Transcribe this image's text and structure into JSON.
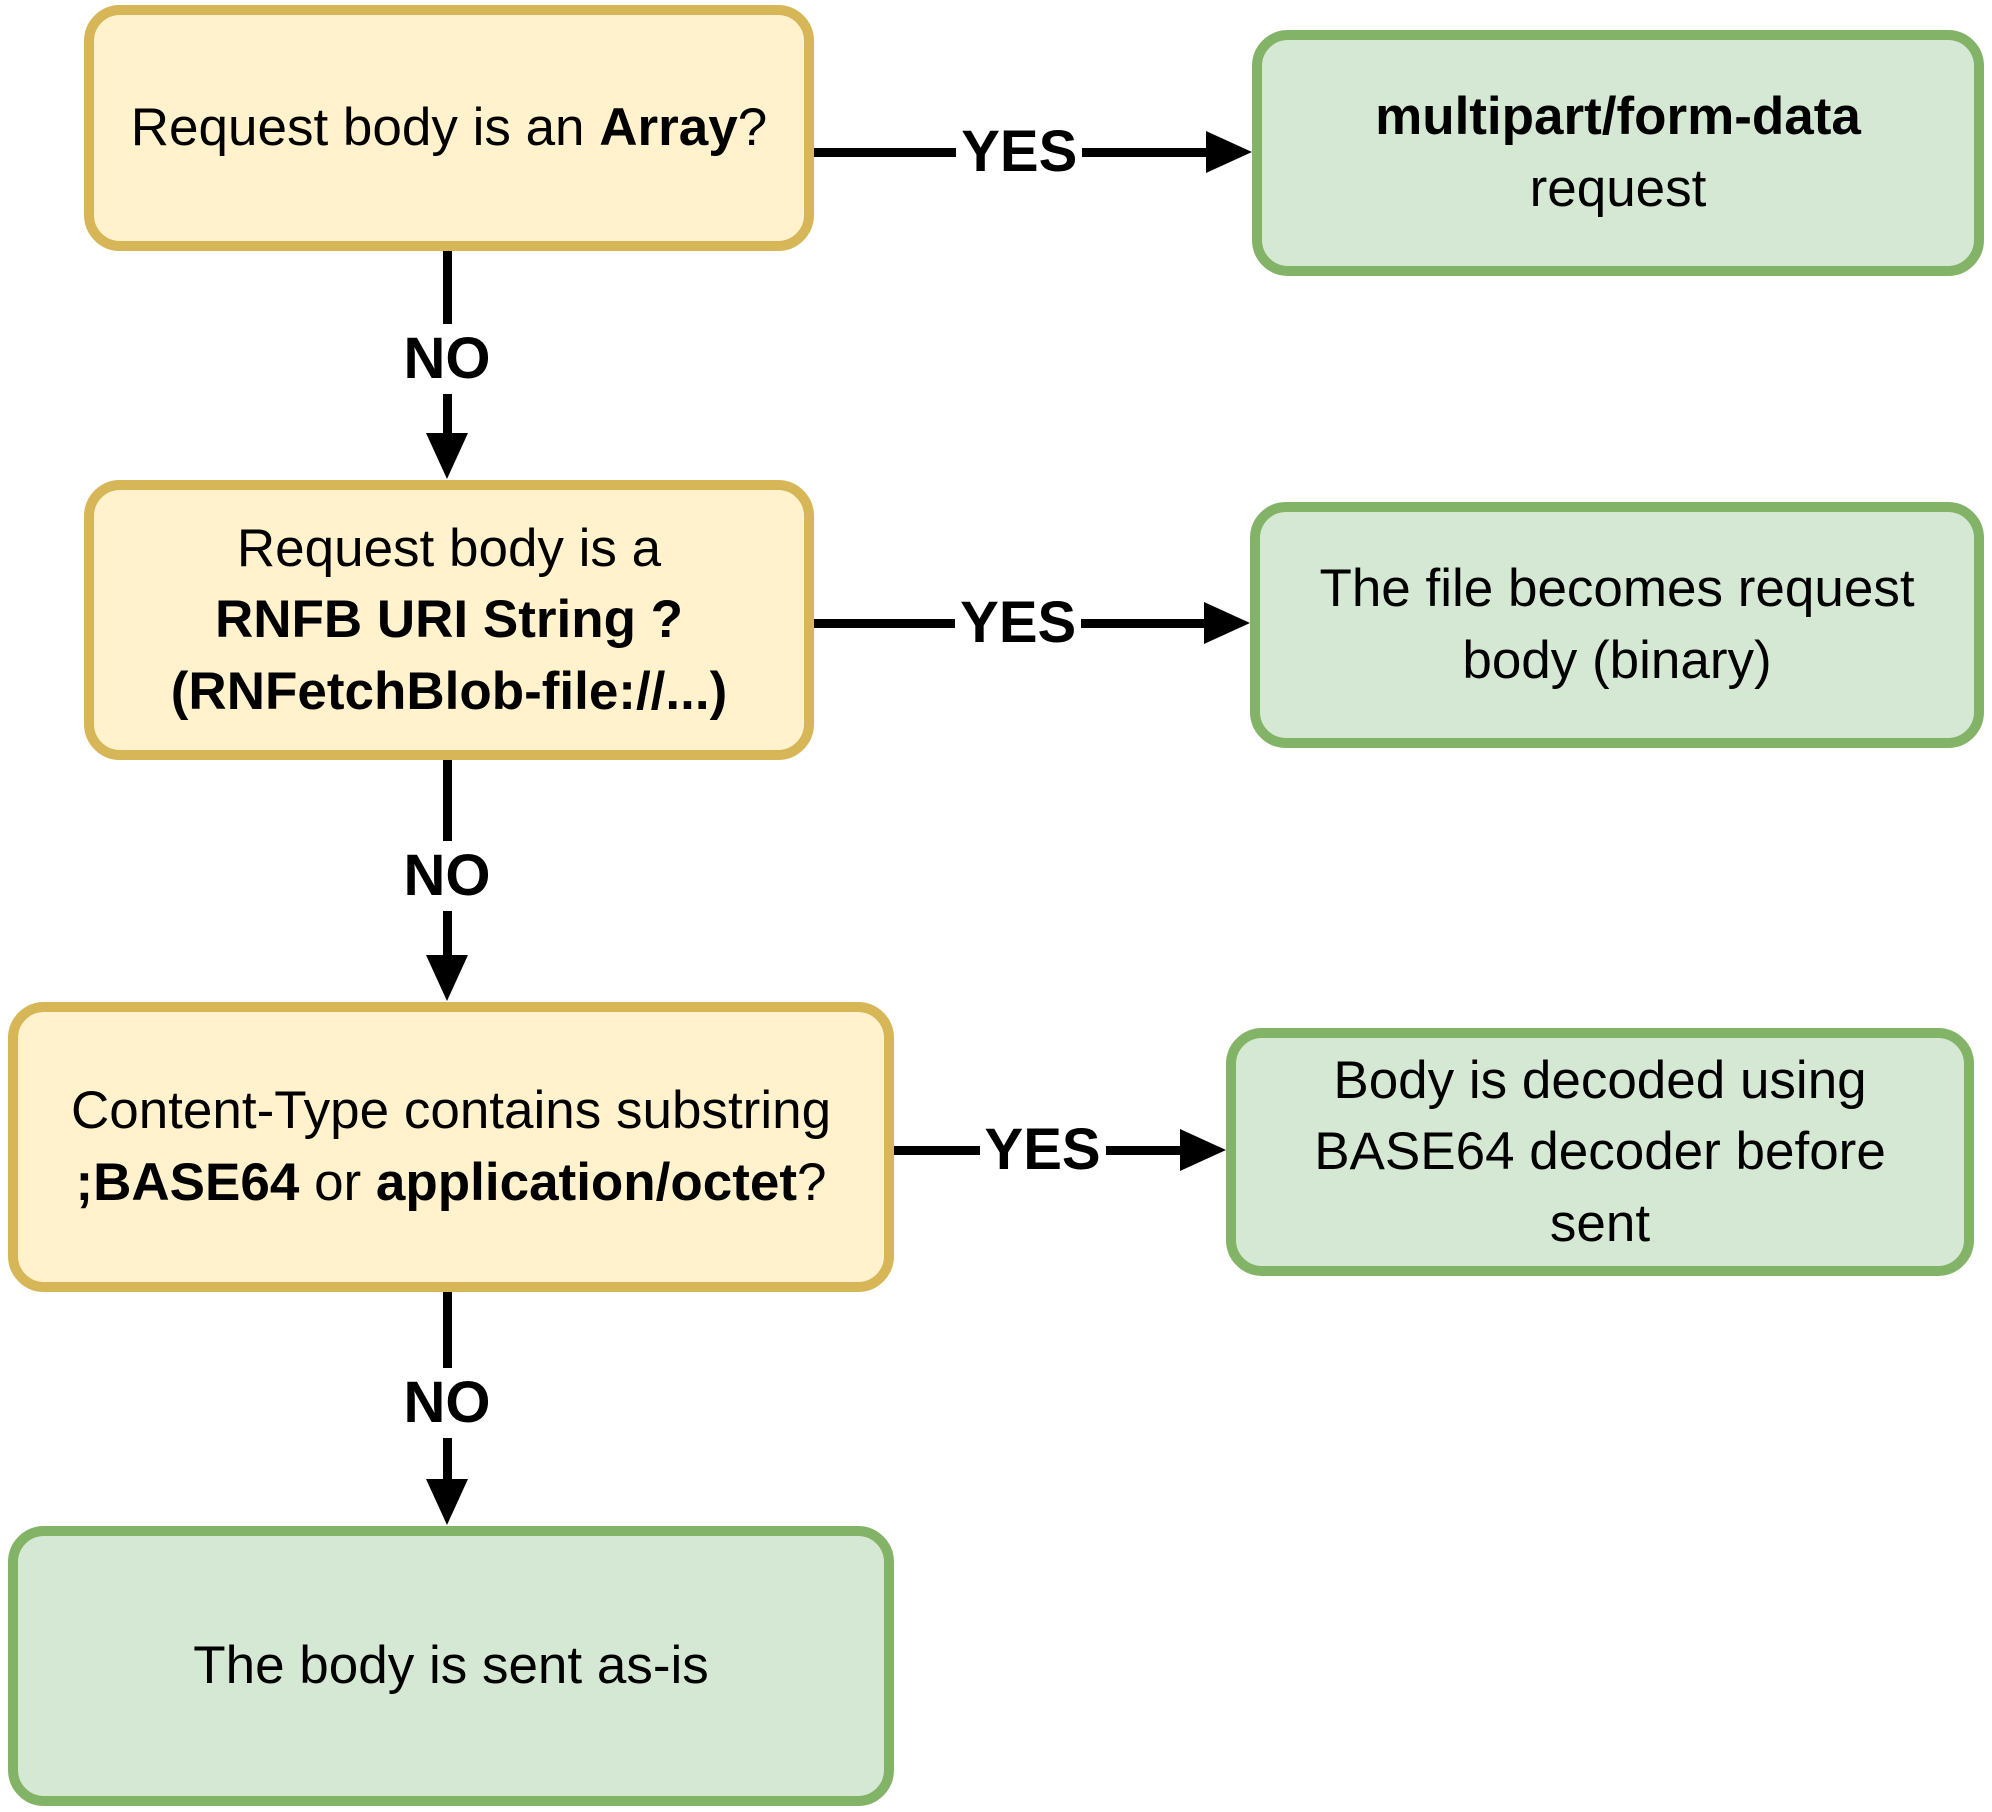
{
  "colors": {
    "question_fill": "#FFF2CC",
    "question_border": "#D6B656",
    "result_fill": "#D5E8D4",
    "result_border": "#82B366",
    "arrow": "#000000"
  },
  "nodes": {
    "q_array": {
      "prefix": "Request body is an ",
      "bold": "Array",
      "suffix": "?"
    },
    "r_multipart": {
      "line1_bold": "multipart/form-data",
      "line2": "request"
    },
    "q_rnfb": {
      "line1": "Request body is a",
      "line2_bold": "RNFB URI String ?",
      "line3_bold": "(RNFetchBlob-file://...)"
    },
    "r_file_body": {
      "line1": "The file becomes request",
      "line2": "body (binary)"
    },
    "q_content_type": {
      "line1": "Content-Type contains substring",
      "line2_bold_a": ";BASE64",
      "line2_mid": " or ",
      "line2_bold_b": "application/octet",
      "line2_suffix": "?"
    },
    "r_base64": {
      "line1": "Body is decoded using",
      "line2": "BASE64 decoder before sent"
    },
    "r_as_is": {
      "line1": "The body is sent as-is"
    }
  },
  "edges": {
    "yes_array": "YES",
    "no_array": "NO",
    "yes_rnfb": "YES",
    "no_rnfb": "NO",
    "yes_content_type": "YES",
    "no_content_type": "NO"
  }
}
